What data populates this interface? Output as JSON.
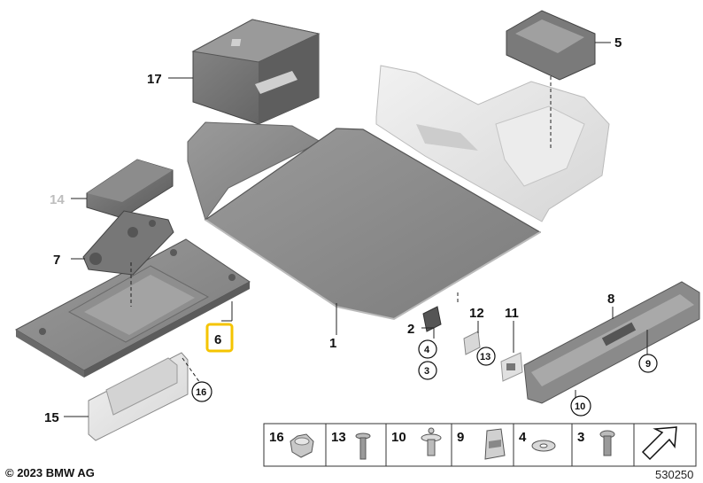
{
  "callouts": {
    "c17": "17",
    "c5": "5",
    "c14": "14",
    "c7": "7",
    "c6": "6",
    "c1": "1",
    "c2": "2",
    "c4": "4",
    "c3": "3",
    "c12": "12",
    "c13": "13",
    "c11": "11",
    "c8": "8",
    "c9": "9",
    "c10": "10",
    "c15": "15",
    "c16": "16"
  },
  "legend": {
    "items": [
      "16",
      "13",
      "10",
      "9",
      "4",
      "3"
    ]
  },
  "footer": {
    "copyright": "© 2023 BMW AG",
    "diagram_number": "530250"
  },
  "colors": {
    "highlight": "#f5c400",
    "part_dark": "#6f6f6f",
    "part_light": "#e6e6e6"
  }
}
